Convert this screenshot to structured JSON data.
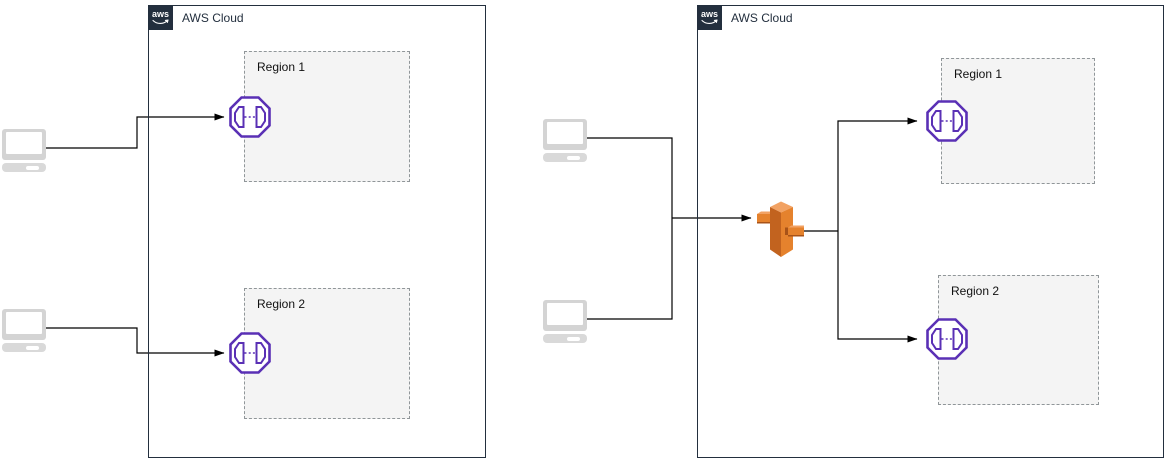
{
  "logo_text": "aws",
  "diagrams": [
    {
      "cloud_label": "AWS Cloud",
      "regions": [
        {
          "label": "Region 1"
        },
        {
          "label": "Region 2"
        }
      ],
      "clients": 2,
      "topology": "each client connects directly to one regional gateway"
    },
    {
      "cloud_label": "AWS Cloud",
      "regions": [
        {
          "label": "Region 1"
        },
        {
          "label": "Region 2"
        }
      ],
      "clients": 2,
      "topology": "both clients connect to a central accelerator gateway that fans out to both regional gateways"
    }
  ],
  "icons": {
    "aws_logo": "aws-logo-icon",
    "client": "client-laptop-icon",
    "regional_gateway": "gateway-endpoint-icon",
    "central_gateway": "global-accelerator-gateway-icon"
  },
  "colors": {
    "cloud_border": "#232F3E",
    "badge_bg": "#232F3E",
    "region_fill": "#F4F4F4",
    "region_border": "#909699",
    "gateway_purple": "#5A30B5",
    "accelerator_orange": "#E5822D",
    "accelerator_orange_dark": "#C2631F",
    "accelerator_orange_light": "#F2A263",
    "client_gray": "#D4D4D4",
    "connector": "#000000"
  }
}
